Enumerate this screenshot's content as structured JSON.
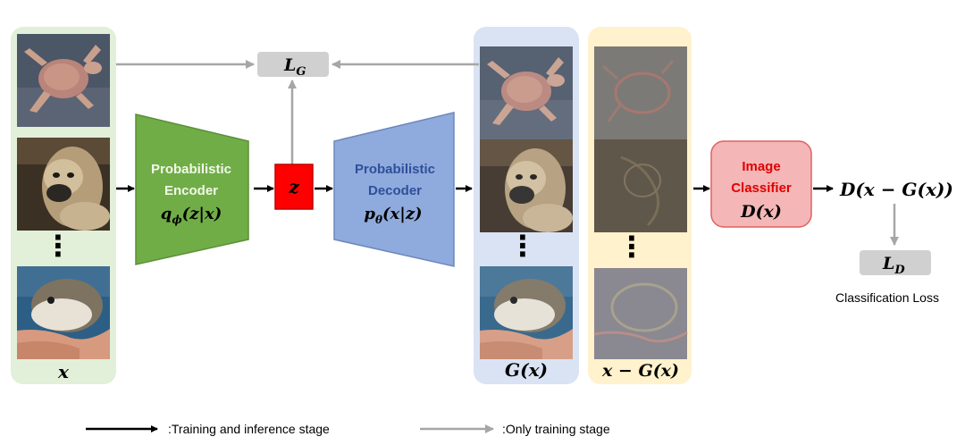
{
  "diagram": {
    "input_label": "x",
    "reconstruction_loss": {
      "main": "L",
      "sub": "G"
    },
    "encoder": {
      "line1": "Probabilistic",
      "line2": "Encoder",
      "formula": "q_ϕ(z|x)"
    },
    "latent": "z",
    "decoder": {
      "line1": "Probabilistic",
      "line2": "Decoder",
      "formula": "p_θ(x|z)"
    },
    "reconstruction_label": "G(x)",
    "residual_label": "x − G(x)",
    "classifier": {
      "line1": "Image",
      "line2": "Classifier",
      "formula": "D(x)"
    },
    "output": "D(x − G(x))",
    "classification_loss": {
      "main": "L",
      "sub": "D",
      "caption": "Classification Loss"
    },
    "ellipsis": "⋮",
    "legend": {
      "black_arrow": ":Training and inference stage",
      "gray_arrow": ":Only training stage"
    },
    "colors": {
      "input_panel": "#e2efd9",
      "recon_panel": "#dae3f3",
      "residual_panel": "#fff2cc",
      "encoder": "#70ad47",
      "decoder": "#8faadc",
      "latent": "#ff0000",
      "classifier": "#f4b6b6",
      "loss_box": "#d0d0d0",
      "gray_arrow": "#a6a6a6"
    },
    "icons": [
      "turtle-image",
      "monkey-image",
      "pufferfish-image"
    ]
  }
}
